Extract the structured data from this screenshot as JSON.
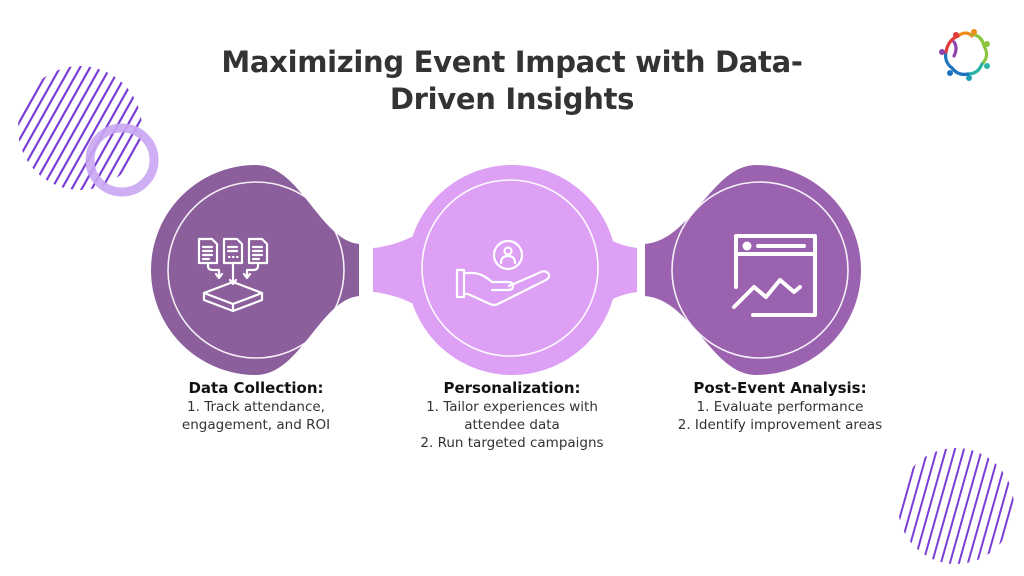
{
  "title": {
    "line1": "Maximizing Event Impact with Data-",
    "line2": "Driven Insights"
  },
  "colors": {
    "step1": "#8B5E9C",
    "step2": "#DDA0F5",
    "step3": "#9B62B0",
    "decor_stripes": "#7A3FD6",
    "decor_ring": "#C9A6F2",
    "text": "#333333"
  },
  "steps": [
    {
      "icon": "documents-to-tray-icon",
      "heading": "Data Collection:",
      "lines": [
        "1. Track attendance,",
        "engagement, and ROI"
      ]
    },
    {
      "icon": "hand-holding-user-icon",
      "heading": "Personalization:",
      "lines": [
        "1. Tailor experiences with",
        "attendee data",
        "2. Run targeted campaigns"
      ]
    },
    {
      "icon": "analytics-window-chart-icon",
      "heading": "Post-Event Analysis:",
      "lines": [
        "1. Evaluate performance",
        "2. Identify improvement areas"
      ]
    }
  ],
  "logo": {
    "icon": "community-circle-logo-icon"
  }
}
